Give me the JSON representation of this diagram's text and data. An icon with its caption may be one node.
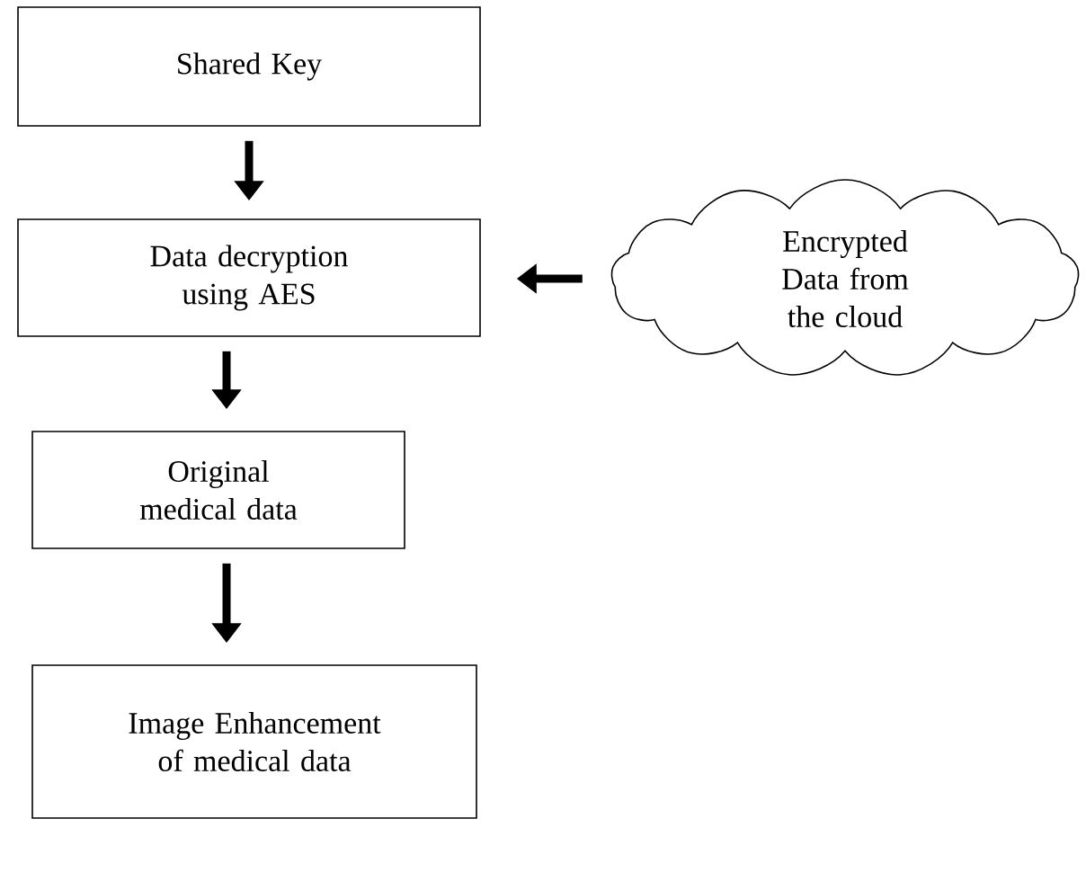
{
  "diagram": {
    "nodes": [
      {
        "text": [
          "Shared Key"
        ]
      },
      {
        "text": [
          "Data decryption using AES"
        ]
      },
      {
        "text": [
          "Original medical data"
        ]
      },
      {
        "text": [
          "Image Enhancement of medical data"
        ]
      },
      {
        "text": [
          "Encrypted Data from the cloud"
        ]
      }
    ],
    "edges": [
      {
        "from": 0,
        "to": 1,
        "arrow": "to"
      },
      {
        "from": 4,
        "to": 1,
        "arrow": "to"
      },
      {
        "from": 1,
        "to": 2,
        "arrow": "to"
      },
      {
        "from": 2,
        "to": 3,
        "arrow": "to"
      }
    ]
  }
}
